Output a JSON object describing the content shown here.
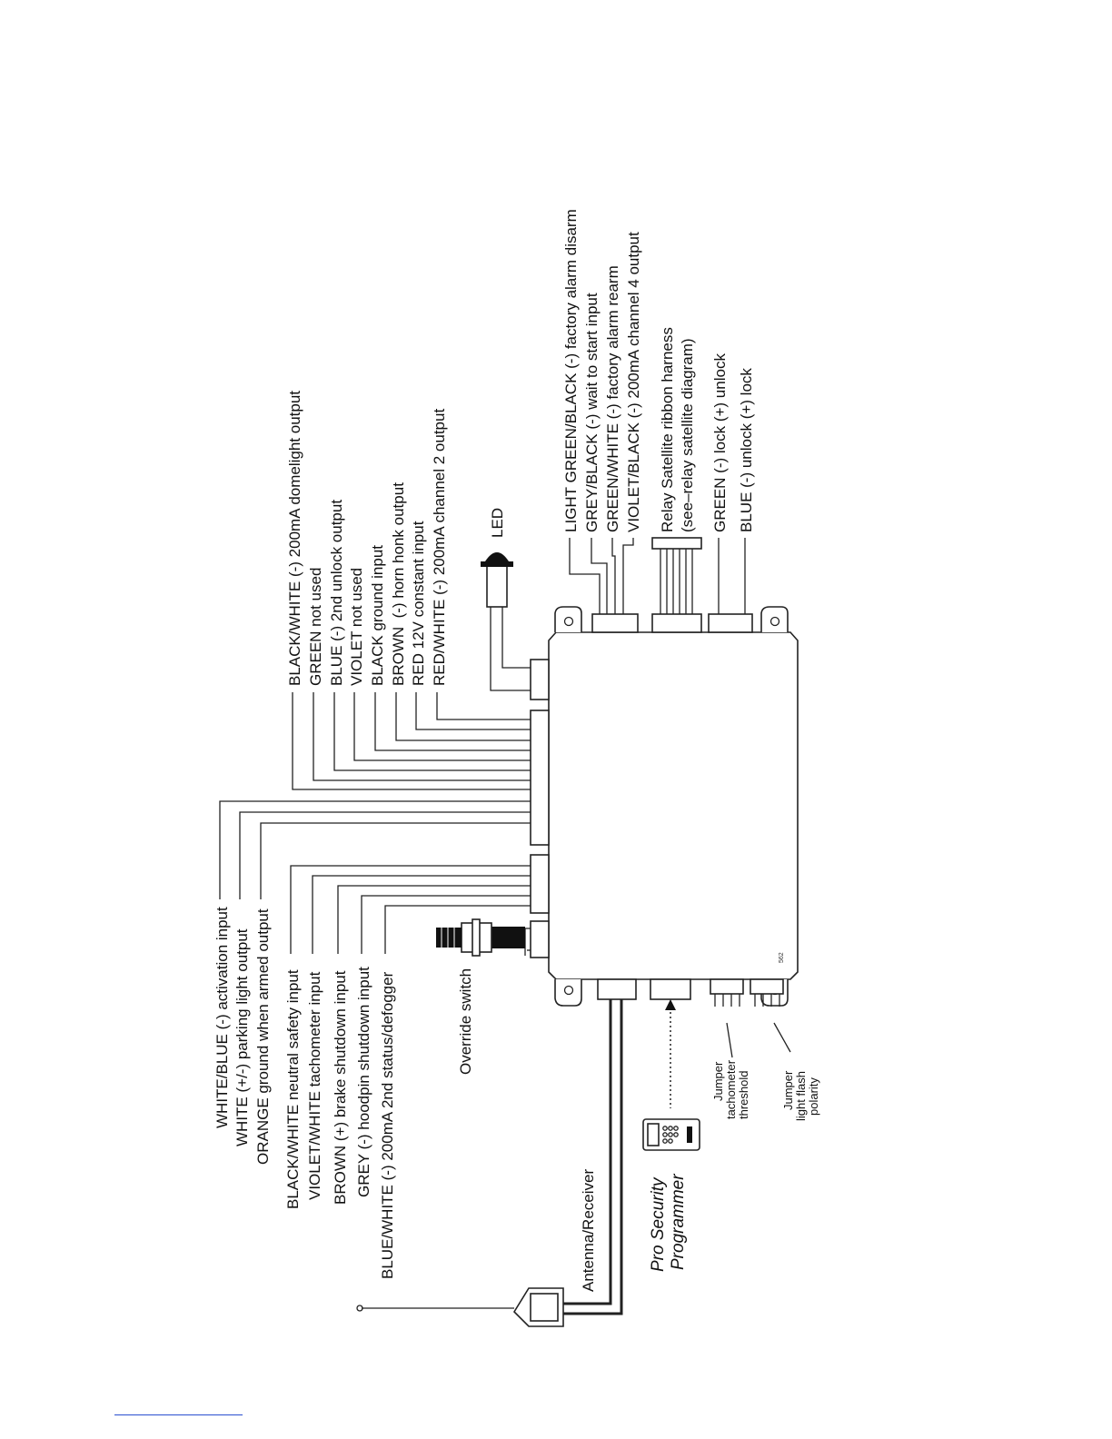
{
  "diagram": {
    "top_left_wires": [
      "WHITE/BLUE (-) activation input",
      "WHITE (+/-) parking light output",
      "ORANGE ground when armed output"
    ],
    "left_wires": [
      "BLACK/WHITE neutral safety input",
      "VIOLET/WHITE tachometer input",
      "BROWN (+) brake shutdown input",
      "GREY (-) hoodpin shutdown input",
      "BLUE/WHITE (-) 200mA 2nd status/defogger"
    ],
    "top_wires": [
      "BLACK/WHITE (-) 200mA domelight output",
      "GREEN not used",
      "BLUE (-) 2nd unlock output",
      "VIOLET not used",
      "BLACK ground input",
      "BROWN  (-) horn honk output",
      "RED 12V constant input",
      "RED/WHITE (-) 200mA channel 2 output"
    ],
    "led_label": "LED",
    "override_switch_label": "Override switch",
    "right_top_wires": [
      "LIGHT GREEN/BLACK (-) factory alarm disarm",
      "GREY/BLACK (-) wait to start input",
      "GREEN/WHITE (-) factory alarm rearm",
      "VIOLET/BLACK (-) 200mA channel 4 output"
    ],
    "relay_label": [
      "Relay Satellite ribbon harness",
      "(see–relay satellite diagram)"
    ],
    "lock_wires": [
      "GREEN (-) lock (+) unlock",
      "BLUE (-) unlock (+) lock"
    ],
    "antenna_label": "Antenna/Receiver",
    "programmer_label": [
      "Pro Security",
      "Programmer"
    ],
    "jumper_tach_label": [
      "Jumper",
      "tachometer",
      "threshold"
    ],
    "jumper_light_label": [
      "Jumper",
      "light flash",
      "polarity"
    ],
    "part_number": "562"
  }
}
